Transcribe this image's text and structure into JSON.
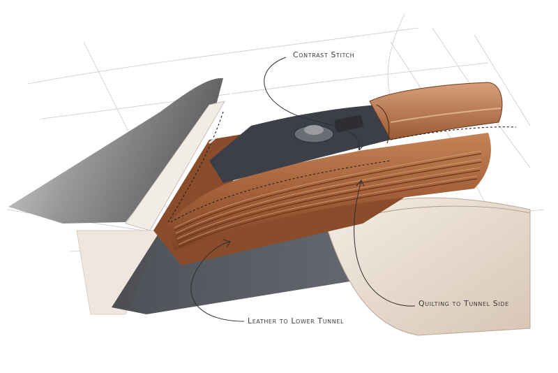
{
  "annotations": {
    "contrast_stitch": "Contrast Stitch",
    "leather_lower_tunnel": "Leather to Lower Tunnel",
    "quilting_tunnel_side": "Quilting to Tunnel Side"
  },
  "colors": {
    "leather": "#a8673f",
    "leather_dark": "#6e3a1e",
    "leather_light": "#d9a67e",
    "panel_grey": "#5c5c5c",
    "cream": "#e9ddd0",
    "ink": "#2e2e2e"
  }
}
